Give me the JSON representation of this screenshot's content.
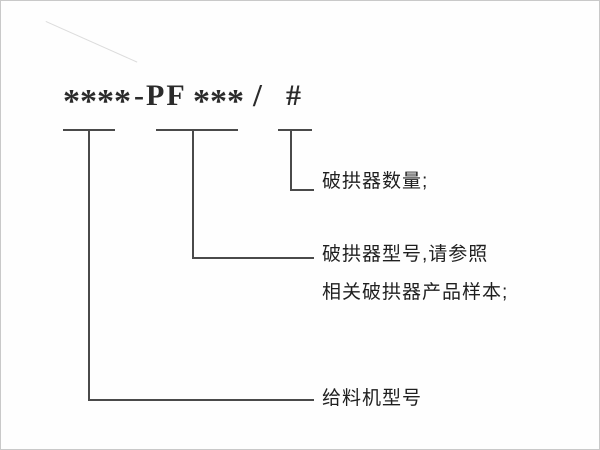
{
  "diagram": {
    "model_code": {
      "prefix_stars": "****",
      "series": "-PF",
      "mid_stars": "***",
      "slash": "/",
      "count_placeholder": "#"
    },
    "labels": {
      "breaker_count": "破拱器数量;",
      "breaker_model_line1": "破拱器型号,请参照",
      "breaker_model_line2": "相关破拱器产品样本;",
      "feeder_model": "给料机型号"
    },
    "colors": {
      "line": "#4a4a4a",
      "text": "#1f1f1f",
      "border": "#c9c9c9"
    }
  }
}
